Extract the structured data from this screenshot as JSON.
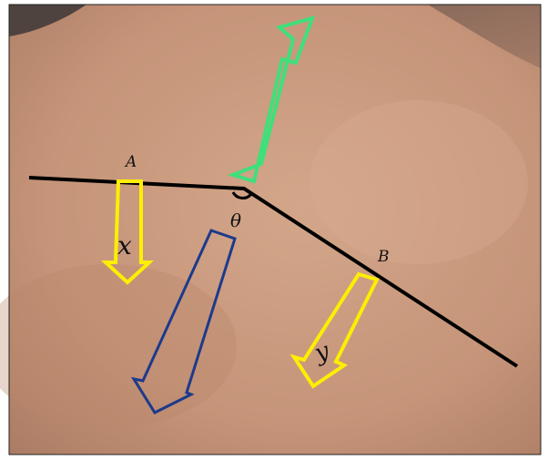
{
  "labels": {
    "point_a": "A",
    "point_b": "B",
    "angle": "θ",
    "arrow_x": "x",
    "arrow_y": "y"
  },
  "colors": {
    "line": "#000000",
    "arrow_x": "#ffee00",
    "arrow_y": "#ffee00",
    "arrow_green": "#3fe07a",
    "arrow_blue": "#1d3a8c",
    "skin_base": "#c79a80",
    "frame": "#222222"
  }
}
